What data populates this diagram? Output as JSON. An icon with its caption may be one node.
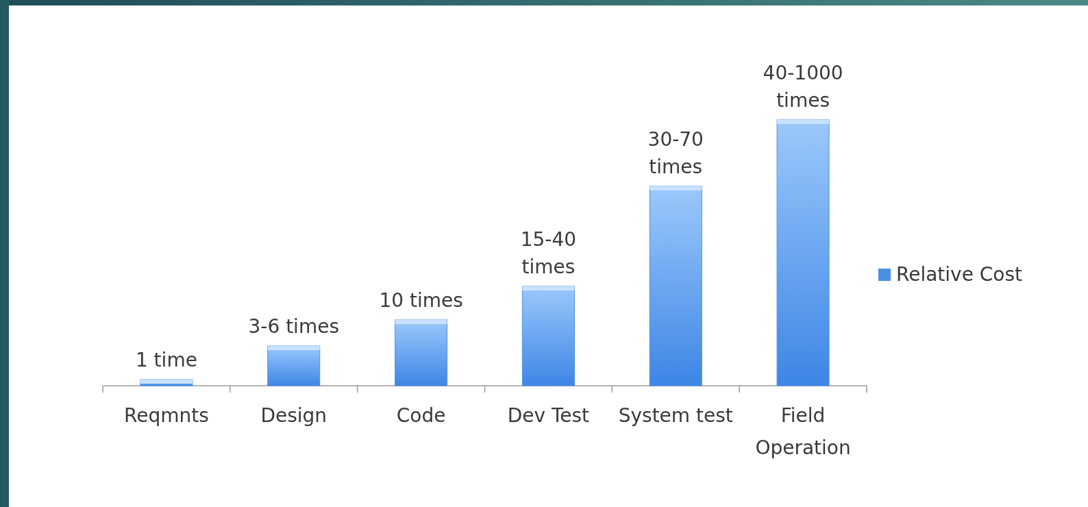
{
  "diagram": {
    "labels": [
      "1 time",
      "3-6 times",
      "10 times",
      "15-40 times",
      "30-70 times",
      "40-1000 times",
      "Reqmnts",
      "Design",
      "Code",
      "Dev Test",
      "System test",
      "Field Operation"
    ],
    "legend": [
      {
        "text": "Relative Cost",
        "color": "#4a90e2"
      }
    ]
  }
}
